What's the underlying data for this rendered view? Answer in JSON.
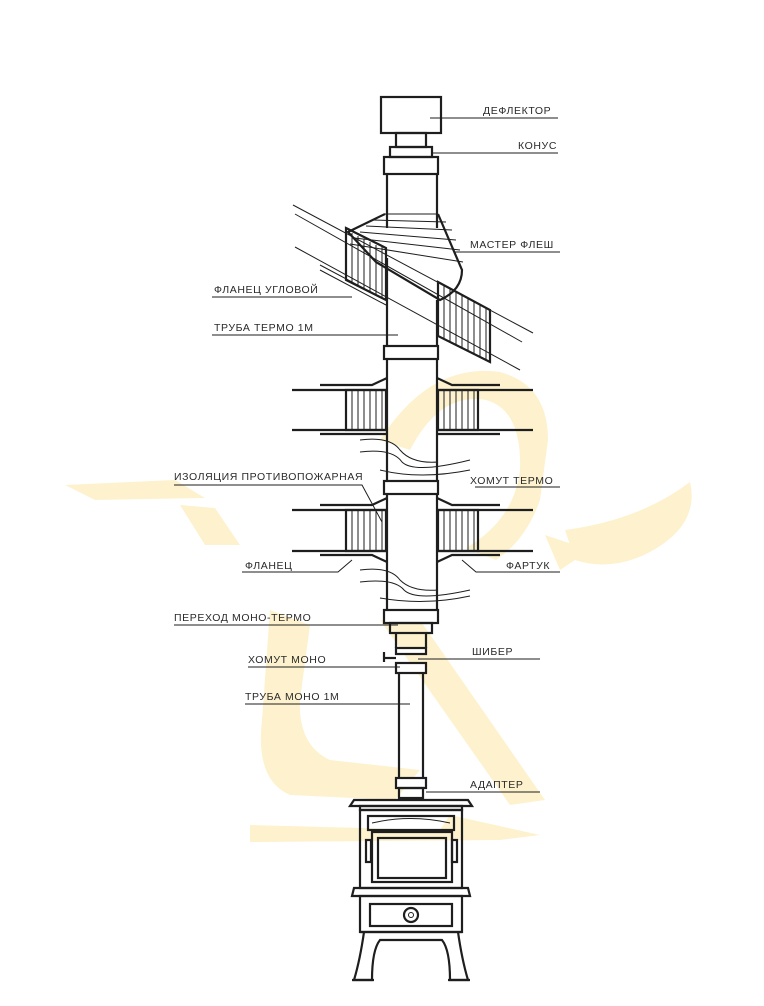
{
  "watermark_color": "#fdf1c8",
  "line_color": "#1e1e1e",
  "labels": {
    "deflector": "ДЕФЛЕКТОР",
    "cone": "КОНУС",
    "master_flash": "МАСТЕР ФЛЕШ",
    "corner_flange": "ФЛАНЕЦ УГЛОВОЙ",
    "thermo_pipe": "ТРУБА ТЕРМО 1М",
    "fire_insulation": "ИЗОЛЯЦИЯ ПРОТИВОПОЖАРНАЯ",
    "thermo_clamp": "ХОМУТ ТЕРМО",
    "flange": "ФЛАНЕЦ",
    "apron": "ФАРТУК",
    "mono_thermo_transition": "ПЕРЕХОД МОНО-ТЕРМО",
    "damper": "ШИБЕР",
    "mono_clamp": "ХОМУТ МОНО",
    "mono_pipe": "ТРУБА МОНО 1М",
    "adapter": "АДАПТЕР"
  }
}
